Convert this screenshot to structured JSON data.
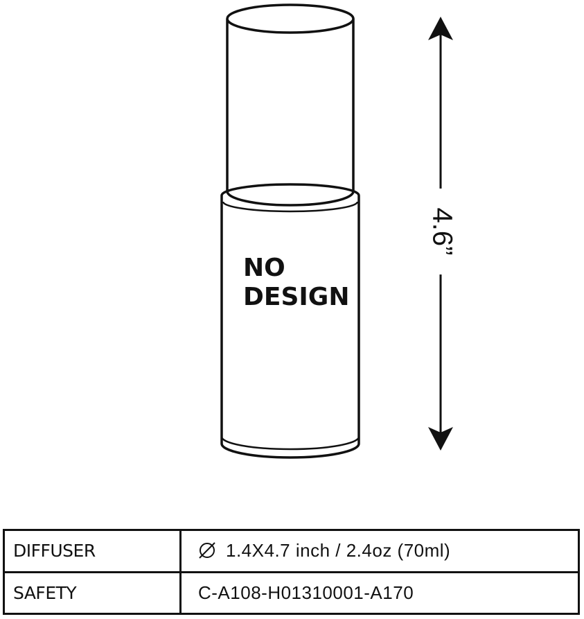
{
  "product": {
    "label_line1": "NO",
    "label_line2": "DESIGN"
  },
  "dimension": {
    "height_label": "4.6”"
  },
  "spec_table": {
    "rows": [
      {
        "label": "DIFFUSER",
        "value": "1.4X4.7 inch /  2.4oz (70ml)",
        "icon": "diameter-icon"
      },
      {
        "label": "SAFETY",
        "value": "C-A108-H01310001-A170"
      }
    ]
  },
  "colors": {
    "line": "#111111",
    "background": "#ffffff"
  }
}
